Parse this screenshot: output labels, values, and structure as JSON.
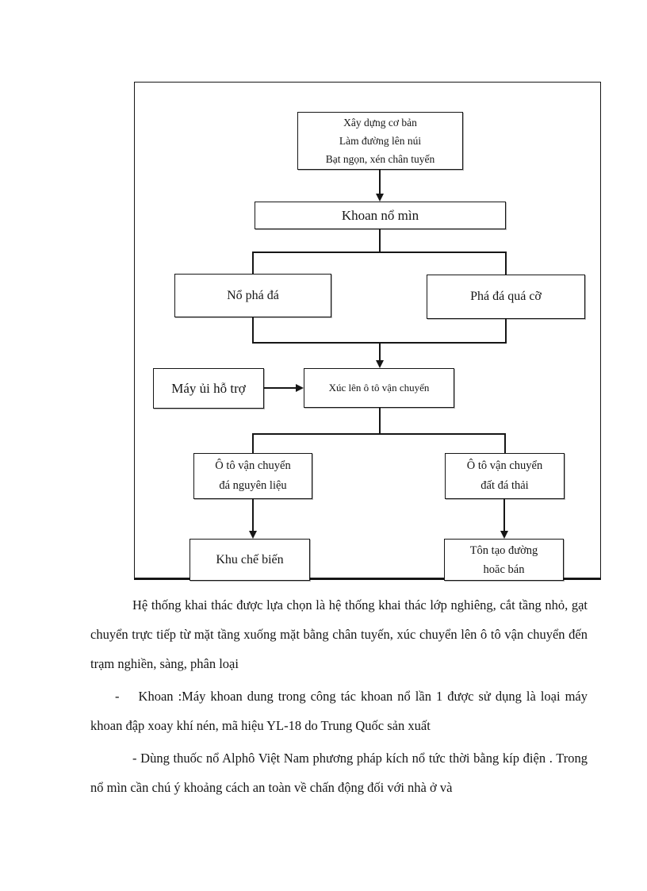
{
  "flowchart": {
    "line_color": "#161616",
    "nodes": {
      "construction": {
        "lines": [
          "Xây dựng cơ bản",
          "Làm đường lên núi",
          "Bạt ngọn, xén chân tuyến"
        ]
      },
      "drilling": {
        "label": "Khoan nổ mìn"
      },
      "blasting": {
        "label": "Nổ phá đá"
      },
      "oversize": {
        "label": "Phá đá quá cỡ"
      },
      "bulldozer": {
        "label": "Máy ủi hỗ trợ"
      },
      "loading": {
        "label": "Xúc lên ô tô vận chuyển"
      },
      "truck_ore": {
        "lines": [
          "Ô tô vận chuyển",
          "đá nguyên liệu"
        ]
      },
      "truck_waste": {
        "lines": [
          "Ô tô vận chuyển",
          "đất đá thải"
        ]
      },
      "processing": {
        "label": "Khu chế biến"
      },
      "road": {
        "lines": [
          "Tôn tạo đường",
          "hoăc bán"
        ]
      }
    }
  },
  "body": {
    "paragraphs": [
      {
        "text": "Hệ thống khai thác được lựa chọn là hệ thống khai thác lớp nghiêng, cắt tầng nhỏ, gạt chuyển trực tiếp từ mặt tầng xuống mặt bằng chân tuyến, xúc chuyển lên ô tô vận chuyển đến trạm nghiền, sàng, phân loại"
      },
      {
        "text": "-    Khoan :Máy khoan dung trong công tác khoan nổ lần 1 được sử dụng là loại máy khoan đập xoay khí nén, mã hiệu YL-18 do Trung Quốc sản xuất"
      },
      {
        "text": "- Dùng thuốc nổ Alphô Việt Nam phương pháp kích nổ tức thời bằng kíp điện . Trong nổ mìn cần chú ý khoảng cách an toàn về chấn động đối với nhà ở và"
      }
    ]
  }
}
